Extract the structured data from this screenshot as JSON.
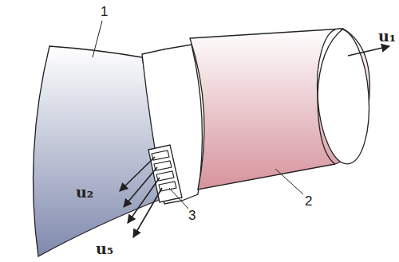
{
  "diagram": {
    "labels": [
      "1",
      "2",
      "3",
      "u₁",
      "u₂",
      "u₅"
    ]
  }
}
